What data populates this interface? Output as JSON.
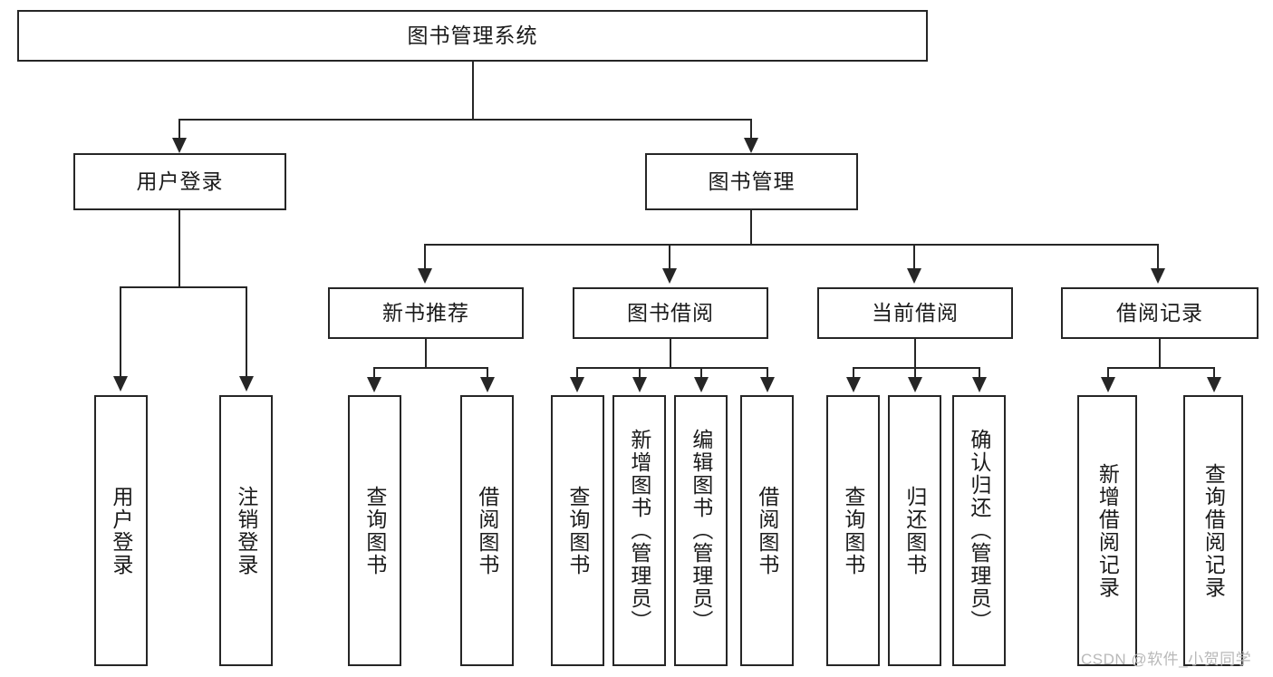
{
  "diagram": {
    "type": "tree-hierarchy",
    "title": "图书管理系统",
    "root": {
      "label": "图书管理系统"
    },
    "level2": [
      {
        "label": "用户登录"
      },
      {
        "label": "图书管理"
      }
    ],
    "level3": [
      {
        "label": "新书推荐"
      },
      {
        "label": "图书借阅"
      },
      {
        "label": "当前借阅"
      },
      {
        "label": "借阅记录"
      }
    ],
    "leaves": {
      "user_login": [
        {
          "label": "用户登录"
        },
        {
          "label": "注销登录"
        }
      ],
      "new_book_recommend": [
        {
          "label": "查询图书"
        },
        {
          "label": "借阅图书"
        }
      ],
      "book_borrow": [
        {
          "label": "查询图书"
        },
        {
          "label": "新增图书（管理员）"
        },
        {
          "label": "编辑图书（管理员）"
        },
        {
          "label": "借阅图书"
        }
      ],
      "current_borrow": [
        {
          "label": "查询图书"
        },
        {
          "label": "归还图书"
        },
        {
          "label": "确认归还（管理员）"
        }
      ],
      "borrow_record": [
        {
          "label": "新增借阅记录"
        },
        {
          "label": "查询借阅记录"
        }
      ]
    }
  },
  "watermark": {
    "text": "CSDN @软件_小贺同学"
  },
  "colors": {
    "stroke": "#262626",
    "fill": "#ffffff",
    "text": "#1a1a1a",
    "watermark": "#b9b9b9"
  }
}
